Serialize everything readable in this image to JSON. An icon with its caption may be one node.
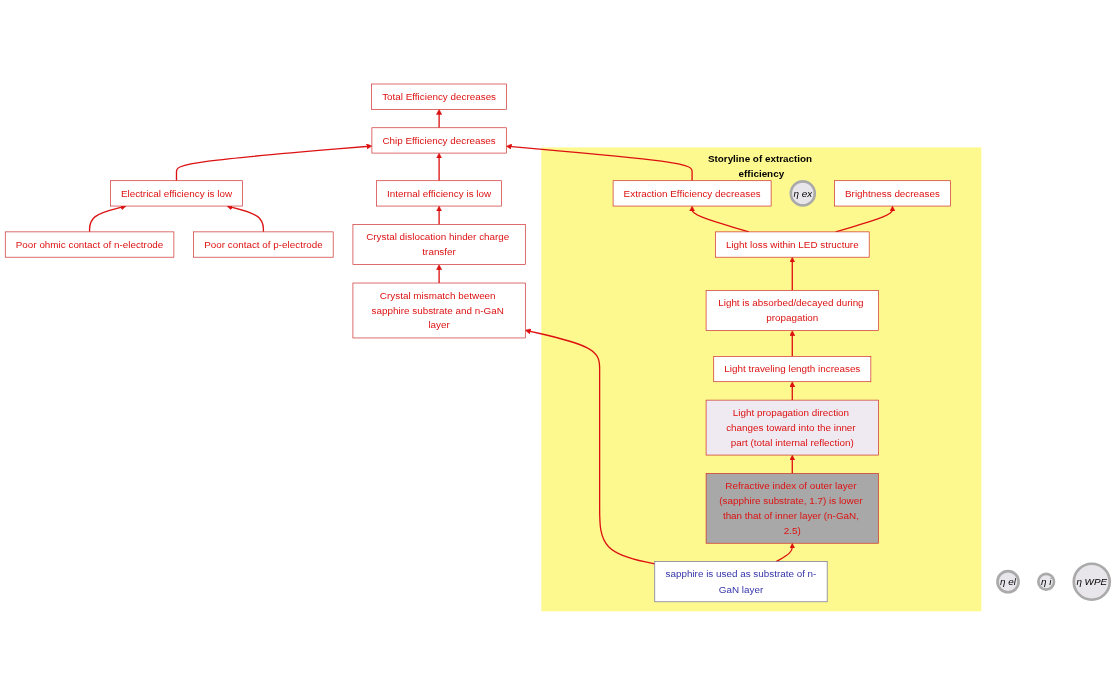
{
  "diagram": {
    "nodes": [
      {
        "text": [
          "Total Efficiency decreases"
        ]
      },
      {
        "text": [
          "Poor ohmic contact of n-electrode"
        ]
      },
      {
        "text": [
          "Poor contact of p-electrode"
        ]
      },
      {
        "text": [
          "Electrical efficiency is low"
        ]
      },
      {
        "text": [
          "η el"
        ]
      },
      {
        "text": [
          "Chip Efficiency decreases"
        ]
      },
      {
        "text": [
          "Crystal dislocation hinder charge transfer"
        ]
      },
      {
        "text": [
          "Internal efficiency is low"
        ]
      },
      {
        "text": [
          "η i"
        ]
      },
      {
        "text": [
          "η WPE"
        ]
      },
      {
        "text": [
          "Crystal mismatch between sapphire substrate and n-GaN layer"
        ]
      },
      {
        "text": [
          "Storyline of extraction efficiency"
        ]
      },
      {
        "text": [
          "Extraction Efficiency decreases"
        ],
        "in": 11
      },
      {
        "text": [
          "η ex"
        ],
        "in": 11
      },
      {
        "text": [
          "sapphire is used as substrate of n-GaN layer"
        ],
        "in": 11
      },
      {
        "text": [
          "Refractive index of outer layer (sapphire substrate, 1.7) is lower than that of inner layer (n-GaN, 2.5)"
        ],
        "in": 11
      },
      {
        "text": [
          "Light is absorbed/decayed during propagation"
        ],
        "in": 11
      },
      {
        "text": [
          "Light loss within LED structure"
        ],
        "in": 11
      },
      {
        "text": [
          "Light traveling length increases"
        ],
        "in": 11
      },
      {
        "text": [
          "Light propagation direction changes toward into the inner part (total internal reflection)"
        ],
        "in": 11
      },
      {
        "text": [
          "Brightness decreases"
        ],
        "in": 11
      }
    ],
    "edges": [
      {
        "from": 1,
        "to": 3,
        "arrow": "to"
      },
      {
        "from": 2,
        "to": 3,
        "arrow": "to"
      },
      {
        "from": 3,
        "to": 5,
        "arrow": "to"
      },
      {
        "from": 7,
        "to": 5,
        "arrow": "to"
      },
      {
        "from": 6,
        "to": 7,
        "arrow": "to"
      },
      {
        "from": 5,
        "to": 0,
        "arrow": "to"
      },
      {
        "from": 10,
        "to": 6,
        "arrow": "to"
      },
      {
        "from": 14,
        "to": 10,
        "arrow": "to"
      },
      {
        "from": 14,
        "to": 15,
        "arrow": "to"
      },
      {
        "from": 15,
        "to": 19,
        "arrow": "to"
      },
      {
        "from": 19,
        "to": 18,
        "arrow": "to"
      },
      {
        "from": 18,
        "to": 16,
        "arrow": "to"
      },
      {
        "from": 16,
        "to": 17,
        "arrow": "to"
      },
      {
        "from": 17,
        "to": 12,
        "arrow": "to"
      },
      {
        "from": 12,
        "to": 5,
        "arrow": "to"
      },
      {
        "from": 17,
        "to": 20,
        "arrow": "to"
      }
    ]
  }
}
